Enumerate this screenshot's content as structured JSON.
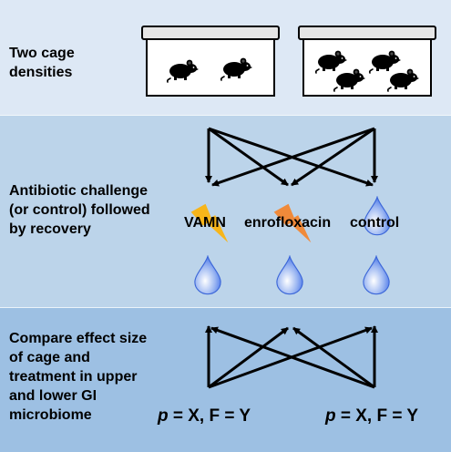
{
  "sections": {
    "cage": {
      "label": "Two cage\ndensities"
    },
    "challenge": {
      "label": "Antibiotic challenge\n(or control) followed\nby recovery",
      "treatments": [
        "VAMN",
        "enrofloxacin",
        "control"
      ]
    },
    "compare": {
      "label": "Compare effect size\nof cage and\ntreatment in upper\nand lower GI\nmicrobiome",
      "stats": [
        {
          "p_symbol": "p",
          "rest": " = X, F = Y"
        },
        {
          "p_symbol": "p",
          "rest": " = X, F = Y"
        }
      ]
    }
  },
  "cages": [
    {
      "mouse_count": 2
    },
    {
      "mouse_count": 4
    }
  ],
  "colors": {
    "panel_top": "#dde8f5",
    "panel_mid": "#bcd4ea",
    "panel_bottom": "#9dc0e3",
    "lightning_vamn": "#f7b51a",
    "lightning_enro": "#f08a3a",
    "droplet": "#3f6ee8"
  },
  "icons": {
    "mouse": "mouse-icon",
    "cage": "cage-icon",
    "lightning": "lightning-icon",
    "droplet": "water-droplet-icon"
  }
}
